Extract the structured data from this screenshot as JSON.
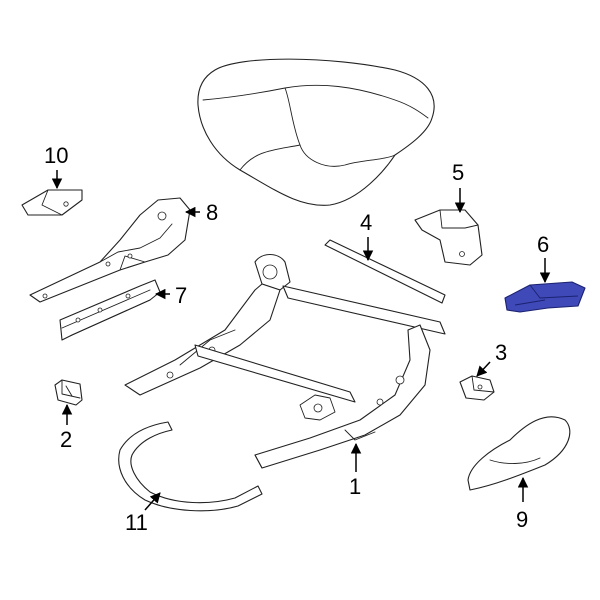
{
  "diagram": {
    "highlight_color": "#3f49b8",
    "line_color": "#222222",
    "callouts": [
      {
        "id": "1",
        "label": "1"
      },
      {
        "id": "2",
        "label": "2"
      },
      {
        "id": "3",
        "label": "3"
      },
      {
        "id": "4",
        "label": "4"
      },
      {
        "id": "5",
        "label": "5"
      },
      {
        "id": "6",
        "label": "6"
      },
      {
        "id": "7",
        "label": "7"
      },
      {
        "id": "8",
        "label": "8"
      },
      {
        "id": "9",
        "label": "9"
      },
      {
        "id": "10",
        "label": "10"
      },
      {
        "id": "11",
        "label": "11"
      }
    ],
    "highlighted_part": "6"
  }
}
